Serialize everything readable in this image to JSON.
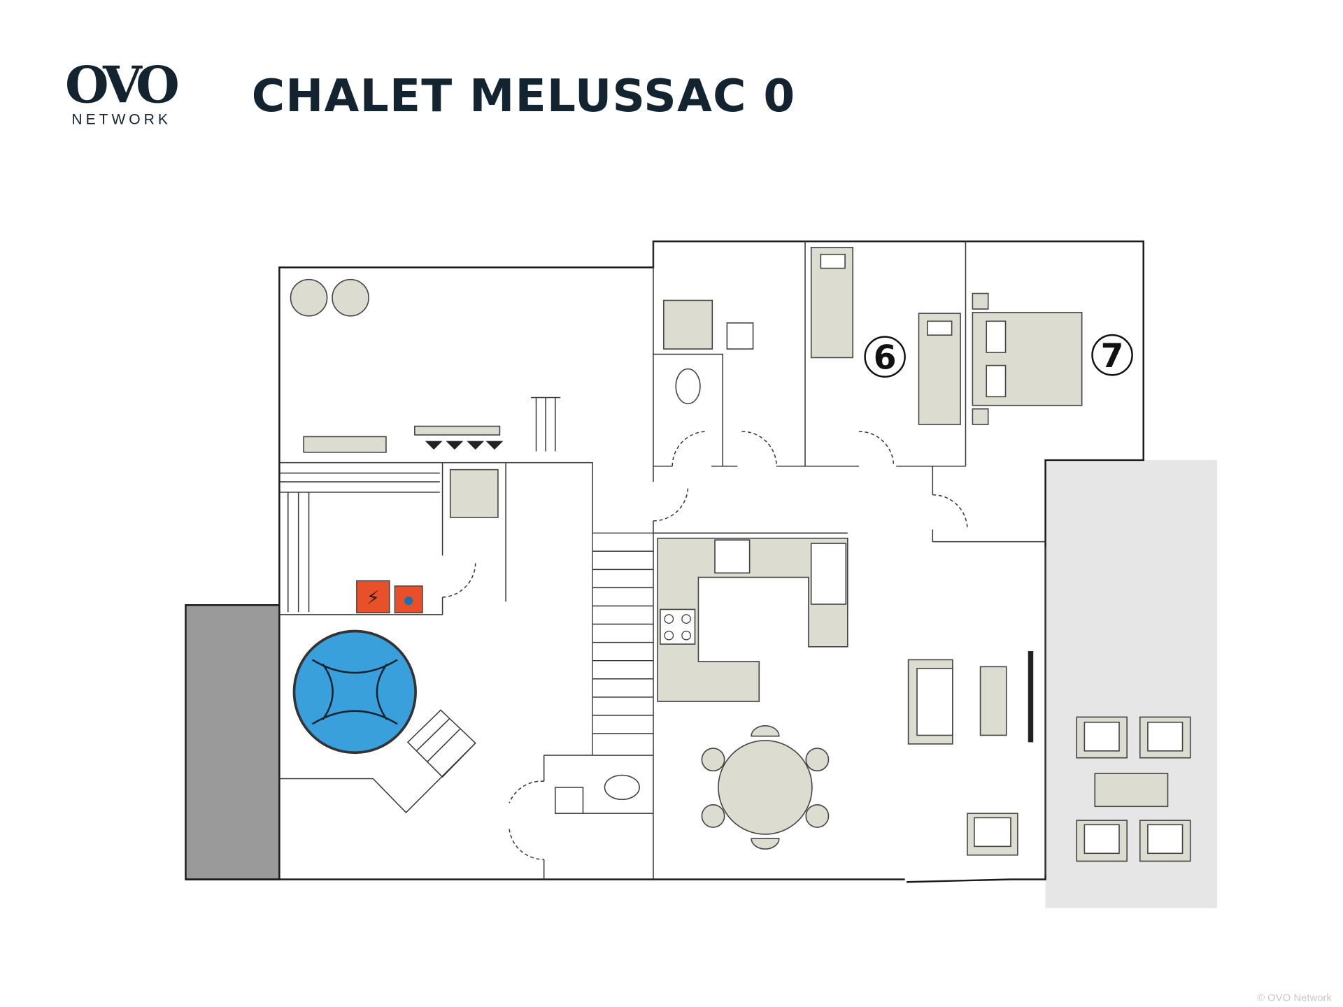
{
  "header": {
    "logo_text": "OVO",
    "logo_subtext": "NETWORK",
    "title": "CHALET MELUSSAC 0"
  },
  "plan": {
    "room_numbers": [
      "6",
      "7"
    ],
    "icons": [
      "water-heater-icon",
      "electric-panel-icon",
      "water-meter-icon",
      "hot-tub-icon",
      "toilet-icon",
      "sink-icon",
      "oven-icon",
      "stove-icon",
      "bed-icon",
      "sofa-icon",
      "dining-table-icon",
      "armchair-icon",
      "tv-icon",
      "stairs-icon",
      "ski-rack-icon",
      "boot-dryer-icon"
    ],
    "colors": {
      "ink": "#13232f",
      "furniture": "#dcddd0",
      "hot_tub": "#3aa0dc",
      "utility": "#e8502a",
      "terrace_dark": "#9a9a9a",
      "terrace_light": "#e6e6e6"
    }
  },
  "footer": {
    "copyright": "© OVO Network"
  }
}
